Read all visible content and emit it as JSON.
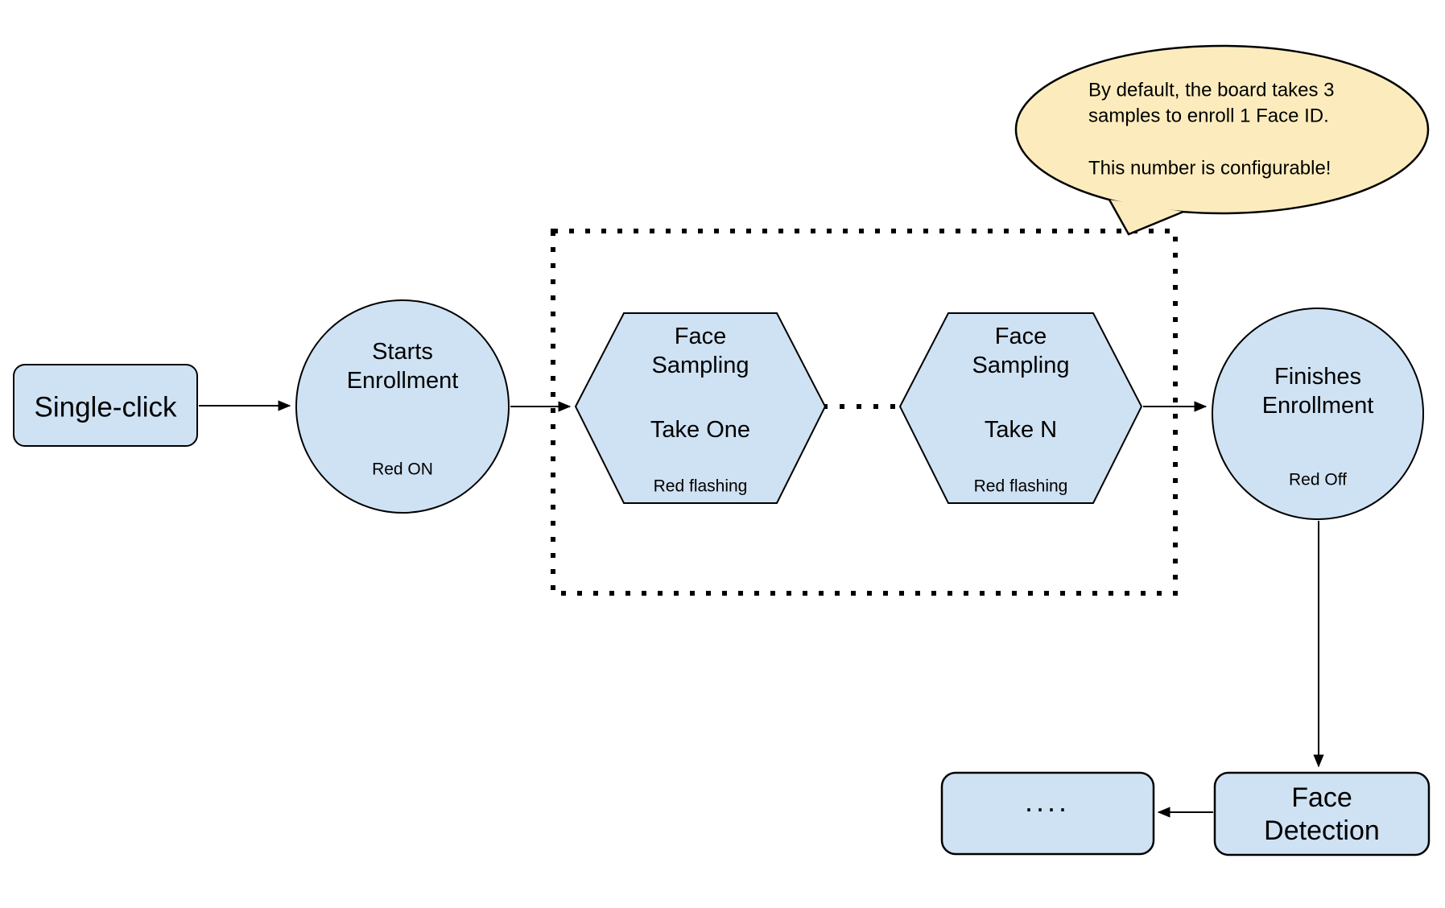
{
  "colors": {
    "background": "#ffffff",
    "node_fill": "#cfe2f3",
    "node_stroke": "#000000",
    "connector": "#000000",
    "callout_fill": "#fcecbd",
    "callout_stroke": "#000000",
    "text": "#000000"
  },
  "flow": {
    "single_click": {
      "label": "Single-click"
    },
    "starts_enrollment": {
      "title_line1": "Starts",
      "title_line2": "Enrollment",
      "led_status": "Red ON"
    },
    "take_one": {
      "title_line1": "Face",
      "title_line2": "Sampling",
      "step": "Take One",
      "led_status": "Red flashing"
    },
    "take_n": {
      "title_line1": "Face",
      "title_line2": "Sampling",
      "step": "Take N",
      "led_status": "Red flashing"
    },
    "finishes_enrollment": {
      "title_line1": "Finishes",
      "title_line2": "Enrollment",
      "led_status": "Red Off"
    },
    "face_detection": {
      "title_line1": "Face",
      "title_line2": "Detection"
    },
    "continuation": {
      "label": "...."
    }
  },
  "callout": {
    "text_line1": "By default, the board takes 3",
    "text_line2": "samples to enroll 1 Face ID.",
    "text_line3": "This number is configurable!"
  }
}
